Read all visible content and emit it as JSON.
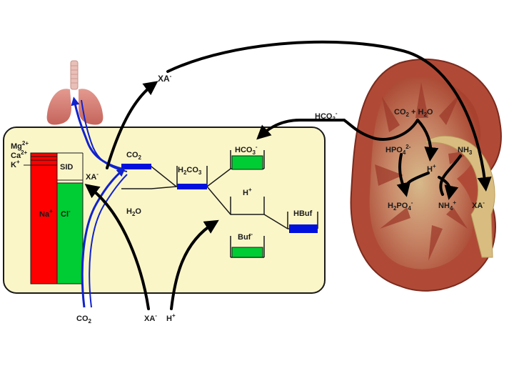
{
  "colors": {
    "cell_fill": "#fbf6c8",
    "cell_stroke": "#1a1a1a",
    "bar_red": "#ff0000",
    "bar_green": "#00cc33",
    "bar_blue": "#0011dd",
    "arrow_black": "#000000",
    "arrow_blue": "#1122cc",
    "kidney": "#b84a38",
    "ureter": "#d9bd80",
    "lung": "#d67a72"
  },
  "labels": {
    "xa_top": "XA",
    "xa_top_sup": "-",
    "hco3_kidney": "HCO",
    "hco3_kidney_sub": "3",
    "hco3_kidney_sup": "-",
    "co2_h2o_kidney_a": "CO",
    "co2_h2o_kidney_sub1": "2",
    "co2_h2o_kidney_b": " + H",
    "co2_h2o_kidney_sub2": "2",
    "co2_h2o_kidney_c": "O",
    "hpo4": "HPO",
    "hpo4_sub": "4",
    "hpo4_sup": "2-",
    "nh3": "NH",
    "nh3_sub": "3",
    "h_kidney": "H",
    "h_kidney_sup": "+",
    "h2po4_a": "H",
    "h2po4_sub1": "2",
    "h2po4_b": "PO",
    "h2po4_sub2": "4",
    "h2po4_sup": "-",
    "nh4": "NH",
    "nh4_sub": "4",
    "nh4_sup": "+",
    "xa_kidney": "XA",
    "xa_kidney_sup": "-",
    "mg": "Mg",
    "mg_sup": "2+",
    "ca": "Ca",
    "ca_sup": "2+",
    "k": "K",
    "k_sup": "+",
    "sid": "SID",
    "na": "Na",
    "na_sup": "+",
    "cl": "Cl",
    "cl_sup": "-",
    "xa_cell": "XA",
    "xa_cell_sup": "-",
    "co2_cell": "CO",
    "co2_cell_sub": "2",
    "h2co3_a": "H",
    "h2co3_sub1": "2",
    "h2co3_b": "CO",
    "h2co3_sub2": "3",
    "hco3_cell": "HCO",
    "hco3_cell_sub": "3",
    "hco3_cell_sup": "-",
    "h_cell": "H",
    "h_cell_sup": "+",
    "h2o_a": "H",
    "h2o_sub": "2",
    "h2o_b": "O",
    "hbuf": "HBuf",
    "buf": "Buf",
    "buf_sup": "-",
    "co2_bottom": "CO",
    "co2_bottom_sub": "2",
    "xa_bottom": "XA",
    "xa_bottom_sup": "-",
    "h_bottom": "H",
    "h_bottom_sup": "+"
  }
}
